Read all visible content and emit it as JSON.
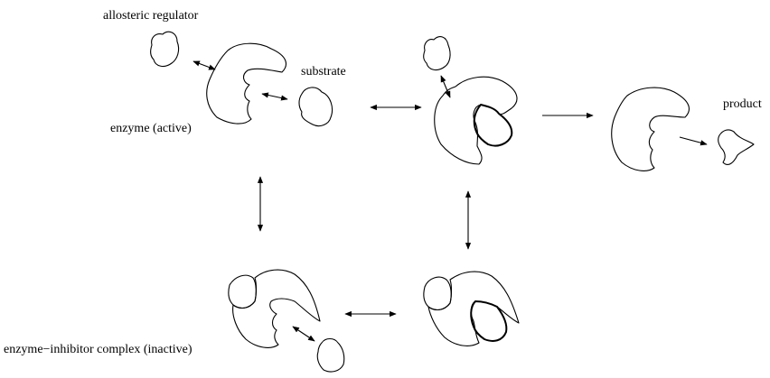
{
  "labels": {
    "allosteric_regulator": "allosteric regulator",
    "substrate": "substrate",
    "enzyme_active": "enzyme (active)",
    "product": "product",
    "inhibitor_complex": "enzyme−inhibitor complex (inactive)"
  }
}
